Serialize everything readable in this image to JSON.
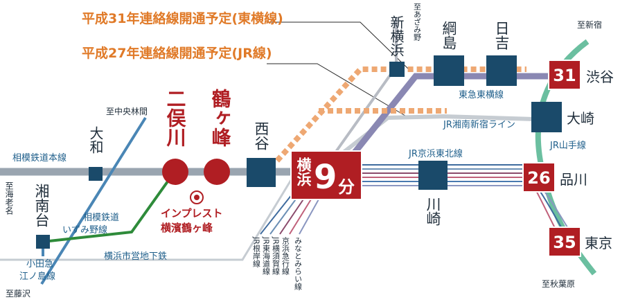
{
  "callouts": {
    "toyoko_plan": "平成31年連絡線開通予定(東横線)",
    "jr_plan": "平成27年連絡線開通予定(JR線)"
  },
  "stations": {
    "shin_yokohama": "新横浜",
    "tsunashima": "綱島",
    "hiyoshi": "日吉",
    "nishiya": "西谷",
    "futamatagawa": "二俣川",
    "tsurugamine": "鶴ヶ峰",
    "yamato": "大和",
    "shonandai": "湘南台",
    "yokohama": "横浜",
    "kawasaki": "川崎",
    "shibuya": "渋谷",
    "osaki": "大崎",
    "shinagawa": "品川",
    "tokyo": "東京"
  },
  "minutes": {
    "yokohama_num": "9",
    "yokohama_unit": "分",
    "shibuya": "31",
    "shinagawa": "26",
    "tokyo": "35"
  },
  "property": {
    "name_line1": "インプレスト",
    "name_line2": "横濱鶴ヶ峰"
  },
  "lines": {
    "sotetsu_main": "相模鉄道本線",
    "sotetsu_izumino_1": "相模鉄道",
    "sotetsu_izumino_2": "いずみ野線",
    "odakyu_1": "小田急",
    "odakyu_2": "江ノ島線",
    "subway": "横浜市営地下鉄",
    "toyoko": "東急東横線",
    "jr_shonan_shinjuku": "JR湘南新宿ライン",
    "jr_yamanote": "JR山手線",
    "jr_keihin_tohoku": "JR京浜東北線",
    "jr_negishi": "JR根岸線",
    "jr_tokaido": "JR東海道線",
    "jr_yokosuka": "JR横須賀線",
    "keikyu": "京浜急行線",
    "minatomirai": "みなとみらい線"
  },
  "destinations": {
    "chuo_rinkan": "至中央林間",
    "ebina": "至海老名",
    "fujisawa": "至藤沢",
    "azamino": "至あざみ野",
    "shinjuku": "至新宿",
    "akihabara": "至秋葉原"
  },
  "colors": {
    "accent_red": "#b01e23",
    "station_box": "#1a4a6a",
    "planned_line": "#eea873",
    "callout_orange": "#e07a28",
    "trunk_gray": "#9aa5b0",
    "toyoko_purple": "#8a88b3",
    "yamanote_green": "#6bbfa0",
    "izumino_green": "#2e8b3a"
  }
}
